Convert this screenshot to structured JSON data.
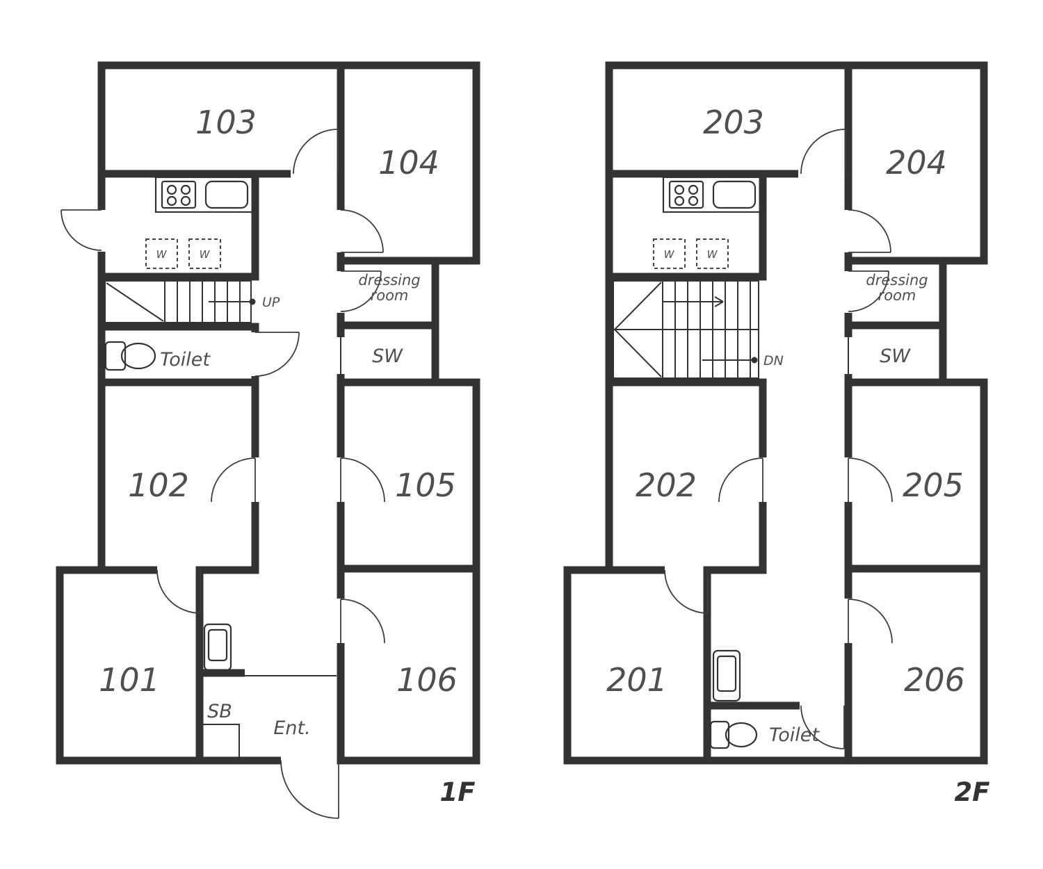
{
  "palette": {
    "ink": "#333333",
    "label_text": "#4f4f4f",
    "background": "#ffffff"
  },
  "floor1": {
    "label": "1F",
    "rooms": {
      "r101": "101",
      "r102": "102",
      "r103": "103",
      "r104": "104",
      "r105": "105",
      "r106": "106"
    },
    "toilet_label": "Toilet",
    "storage_label": "SW",
    "dressing_line1": "dressing",
    "dressing_line2": "room",
    "shoebox_label": "SB",
    "entrance_label": "Ent.",
    "stair_direction": "UP",
    "washer_left": "W",
    "washer_right": "W"
  },
  "floor2": {
    "label": "2F",
    "rooms": {
      "r201": "201",
      "r202": "202",
      "r203": "203",
      "r204": "204",
      "r205": "205",
      "r206": "206"
    },
    "toilet_label": "Toilet",
    "storage_label": "SW",
    "dressing_line1": "dressing",
    "dressing_line2": "room",
    "stair_direction": "DN",
    "washer_left": "W",
    "washer_right": "W"
  }
}
